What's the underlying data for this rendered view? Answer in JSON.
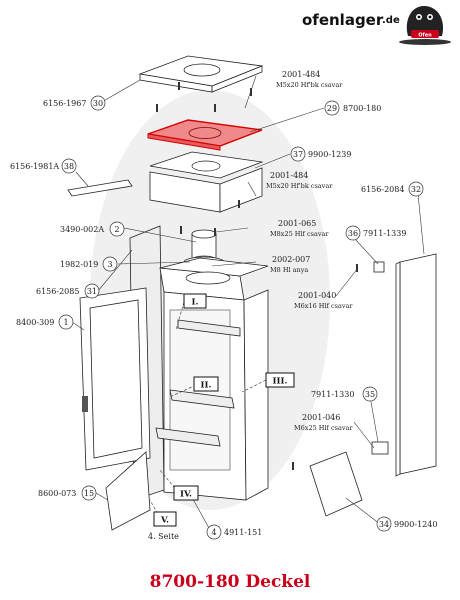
{
  "logo": {
    "text": "ofenlager",
    "suffix": ".de",
    "mascot_badge": "Ofen"
  },
  "caption": "8700-180 Deckel",
  "highlight_color": "#d80000",
  "parts": [
    {
      "num": "30",
      "code": "6156-1967"
    },
    {
      "num": "29",
      "code": "8700-180"
    },
    {
      "num": "37",
      "code": "9900-1239"
    },
    {
      "num": "38",
      "code": "6156-1981A"
    },
    {
      "num": "2",
      "code": "3490-002A"
    },
    {
      "num": "3",
      "code": "1982-019"
    },
    {
      "num": "31",
      "code": "6156-2085"
    },
    {
      "num": "1",
      "code": "8400-309"
    },
    {
      "num": "32",
      "code": "6156-2084"
    },
    {
      "num": "36",
      "code": "7911-1339"
    },
    {
      "num": "35",
      "code": "7911-1330"
    },
    {
      "num": "15",
      "code": "8600-073"
    },
    {
      "num": "4",
      "code": "4911-151"
    },
    {
      "num": "34",
      "code": "9900-1240"
    }
  ],
  "screws": [
    {
      "code": "2001-484",
      "desc": "M5x20 Hf'bk csavar"
    },
    {
      "code": "2001-484",
      "desc": "M5x20 Hf'bk csavar"
    },
    {
      "code": "2001-065",
      "desc": "M8x25 Hlf csavar"
    },
    {
      "code": "2002-007",
      "desc": "M8 Hl anya"
    },
    {
      "code": "2001-040",
      "desc": "M6x16 Hlf csavar"
    },
    {
      "code": "2001-046",
      "desc": "M6x25 Hlf csavar"
    }
  ],
  "roman": [
    "I.",
    "II.",
    "III.",
    "IV.",
    "V."
  ],
  "side_note": "4. Seite"
}
